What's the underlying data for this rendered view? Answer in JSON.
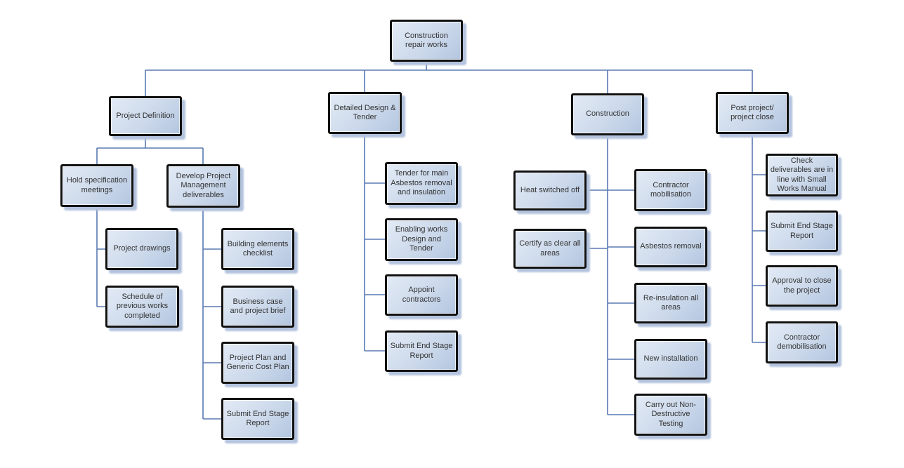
{
  "diagram_type": "work-breakdown-structure",
  "tree": {
    "root": {
      "label": "Construction repair works"
    },
    "branches": [
      {
        "label": "Project Definition",
        "children": [
          {
            "label": "Hold specification meetings",
            "tasks": [
              "Project drawings",
              "Schedule of previous works completed"
            ]
          },
          {
            "label": "Develop Project Management deliverables",
            "tasks": [
              "Building elements checklist",
              "Business case and project brief",
              "Project Plan and Generic Cost Plan",
              "Submit End Stage Report"
            ]
          }
        ]
      },
      {
        "label": "Detailed Design & Tender",
        "tasks": [
          "Tender for main Asbestos removal and insulation",
          "Enabling works Design and Tender",
          "Appoint contractors",
          "Submit End Stage Report"
        ]
      },
      {
        "label": "Construction",
        "left_tasks": [
          "Heat switched off",
          "Certify as clear all areas"
        ],
        "right_tasks": [
          "Contractor mobilisation",
          "Asbestos removal",
          "Re-insulation all areas",
          "New installation",
          "Carry out Non-Destructive Testing"
        ]
      },
      {
        "label": "Post project/ project close",
        "tasks": [
          "Check deliverables are in line with Small Works Manual",
          "Submit End Stage Report",
          "Approval to close the project",
          "Contractor demobilisation"
        ]
      }
    ]
  },
  "colors": {
    "box_border": "#111111",
    "box_fill_top": "#e2eaf5",
    "box_fill_mid": "#ccd9eb",
    "box_fill_bottom": "#b3c6e0",
    "connector": "#5a7ab2",
    "shadow": "#b4c3dd",
    "text": "#333333",
    "background": "#ffffff"
  }
}
